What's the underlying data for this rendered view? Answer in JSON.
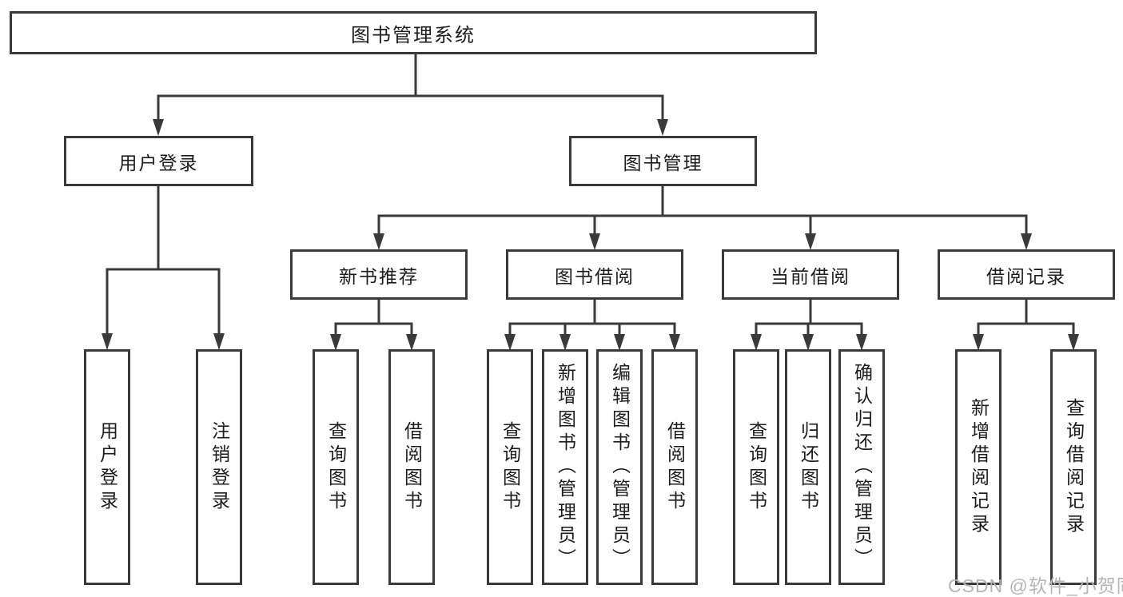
{
  "title": "图书管理系统",
  "branches": [
    {
      "label": "用户登录",
      "children": [
        {
          "label": "用户登录"
        },
        {
          "label": "注销登录"
        }
      ]
    },
    {
      "label": "图书管理",
      "children": [
        {
          "label": "新书推荐",
          "children": [
            {
              "label": "查询图书"
            },
            {
              "label": "借阅图书"
            }
          ]
        },
        {
          "label": "图书借阅",
          "children": [
            {
              "label": "查询图书"
            },
            {
              "label": "新增图书（管理员）"
            },
            {
              "label": "编辑图书（管理员）"
            },
            {
              "label": "借阅图书"
            }
          ]
        },
        {
          "label": "当前借阅",
          "children": [
            {
              "label": "查询图书"
            },
            {
              "label": "归还图书"
            },
            {
              "label": "确认归还（管理员）"
            }
          ]
        },
        {
          "label": "借阅记录",
          "children": [
            {
              "label": "新增借阅记录"
            },
            {
              "label": "查询借阅记录"
            }
          ]
        }
      ]
    }
  ],
  "watermark": "CSDN @软件_小贺同学",
  "colors": {
    "line": "#3a3a3a",
    "text": "#1c1c1c",
    "watermark": "#b5b5b5",
    "background": "#ffffff"
  }
}
